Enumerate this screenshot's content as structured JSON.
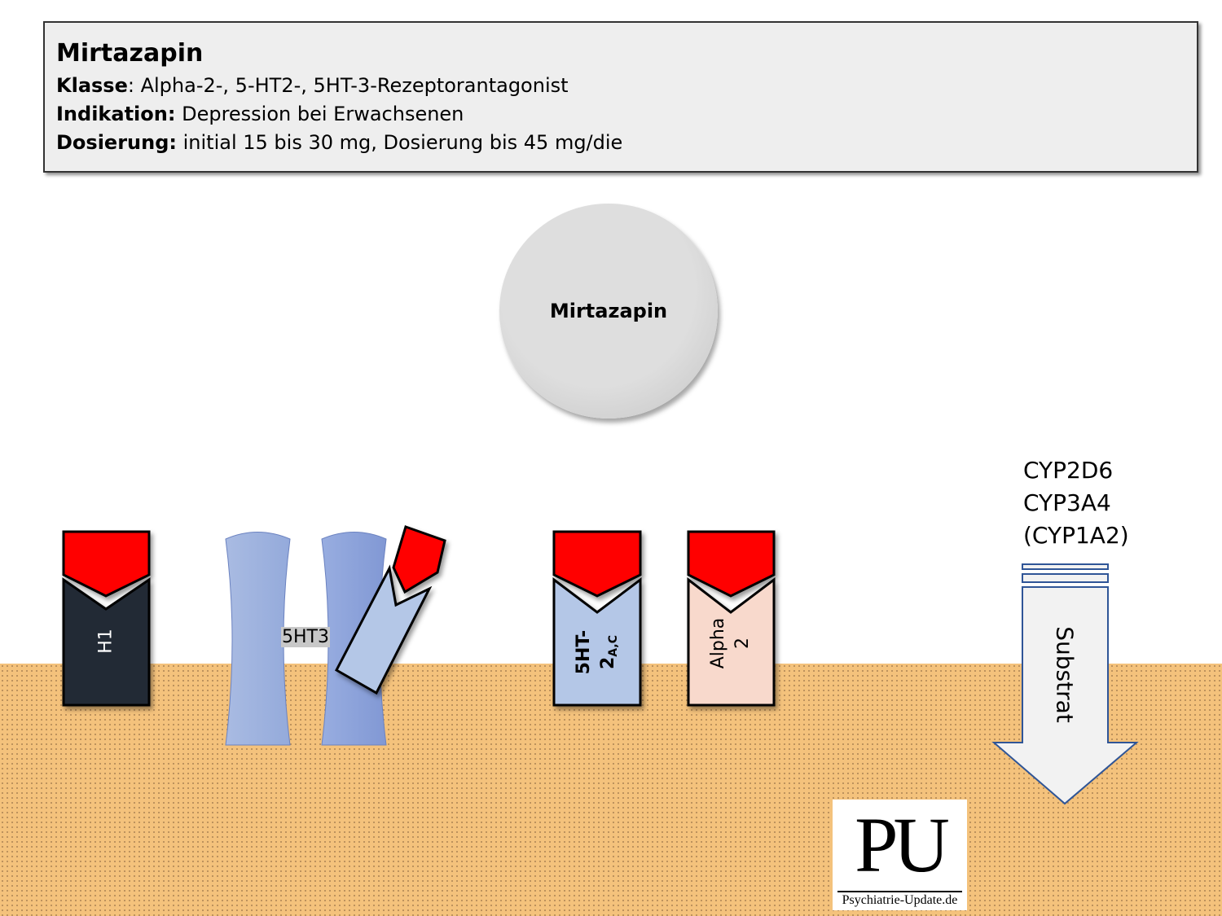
{
  "header": {
    "title": "Mirtazapin",
    "klasse_label": "Klasse",
    "klasse_value": ": Alpha-2-, 5-HT2-, 5HT-3-Rezeptorantagonist",
    "indikation_label": "Indikation:",
    "indikation_value": " Depression bei Erwachsenen",
    "dosierung_label": "Dosierung:",
    "dosierung_value": " initial 15 bis 30 mg, Dosierung bis 45 mg/die"
  },
  "drug": {
    "label": "Mirtazapin"
  },
  "receptors": {
    "h1": "H1",
    "ht3": "5HT3",
    "ht2_main": "5HT-",
    "ht2_num": "2",
    "ht2_sub": "A,C",
    "alpha": "Alpha",
    "alpha_num": "2"
  },
  "cyp": {
    "items": [
      "CYP2D6",
      "CYP3A4",
      "(CYP1A2)"
    ],
    "arrow_label": "Substrat"
  },
  "logo": {
    "big": "PU",
    "small": "Psychiatrie-Update.de"
  },
  "colors": {
    "antagonist": "#FF0000",
    "h1": "#222A35",
    "ht2": "#B4C7E7",
    "alpha": "#F8D9CC",
    "ground": "#F4C27C"
  }
}
